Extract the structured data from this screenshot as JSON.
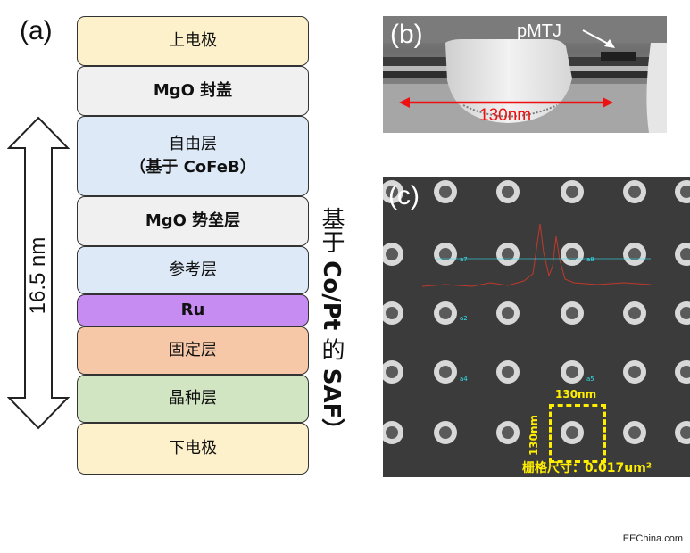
{
  "panels": {
    "a": "(a)",
    "b": "(b)",
    "c": "(c)"
  },
  "stack": {
    "layers": [
      {
        "line1": "上电极",
        "line2": ""
      },
      {
        "line1": "MgO 封盖",
        "line2": ""
      },
      {
        "line1": "自由层",
        "line2": "（基于 CoFeB）"
      },
      {
        "line1": "MgO 势垒层",
        "line2": ""
      },
      {
        "line1": "参考层",
        "line2": ""
      },
      {
        "line1": "Ru",
        "line2": ""
      },
      {
        "line1": "固定层",
        "line2": ""
      },
      {
        "line1": "晶种层",
        "line2": ""
      },
      {
        "line1": "下电极",
        "line2": ""
      }
    ],
    "thickness_label": "16.5 nm",
    "saf_label": {
      "part1": "基于 ",
      "part2": "Co/Pt",
      "part3": " 的 ",
      "part4": "SAF）"
    }
  },
  "colors": {
    "top_electrode": "#fdf1cc",
    "cap": "#f0f0f0",
    "free": "#dde9f6",
    "barrier": "#f0f0f0",
    "reference": "#dde9f6",
    "ru": "#c78cf2",
    "pinned": "#f6c8a8",
    "seed": "#d1e5c2",
    "bottom_electrode": "#fdf1cc",
    "measure_red": "#ee1111",
    "grid_yellow": "#ffee00",
    "label_cyan": "#33e0ee"
  },
  "panel_b": {
    "pmtj_label": "pMTJ",
    "width_label": "130nm"
  },
  "panel_c": {
    "dim_h": "130nm",
    "dim_v": "130nm",
    "pitch_label": "栅格尺寸：0.017um²",
    "dot_labels": [
      "a7",
      "a8",
      "a2",
      "a4",
      "a5"
    ]
  },
  "credit": "EEChina.com"
}
